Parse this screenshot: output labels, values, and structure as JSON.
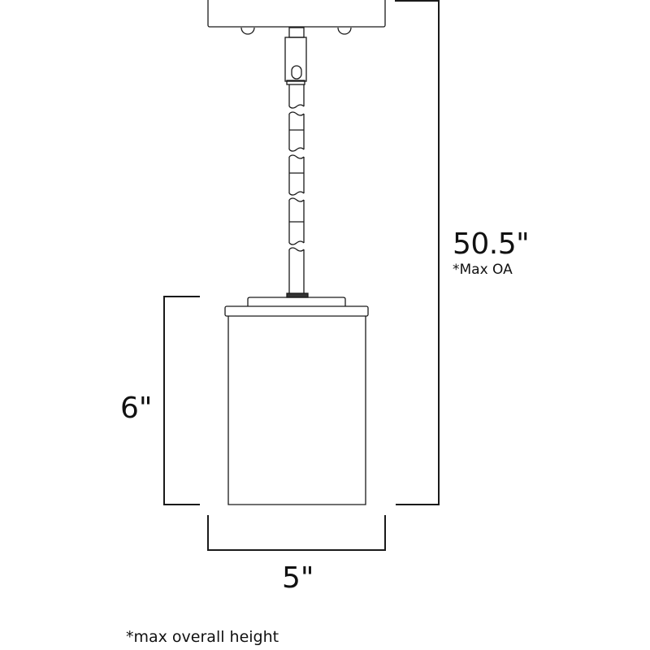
{
  "diagram": {
    "subject": "pendant light fixture dimension drawing",
    "line_color": "#1a1a1a",
    "background": "#ffffff",
    "dimensions": {
      "overall_height": {
        "value": "50.5\"",
        "note": "*Max OA"
      },
      "shade_height": {
        "value": "6\""
      },
      "shade_width": {
        "value": "5\""
      }
    },
    "footnote": "*max overall height"
  }
}
